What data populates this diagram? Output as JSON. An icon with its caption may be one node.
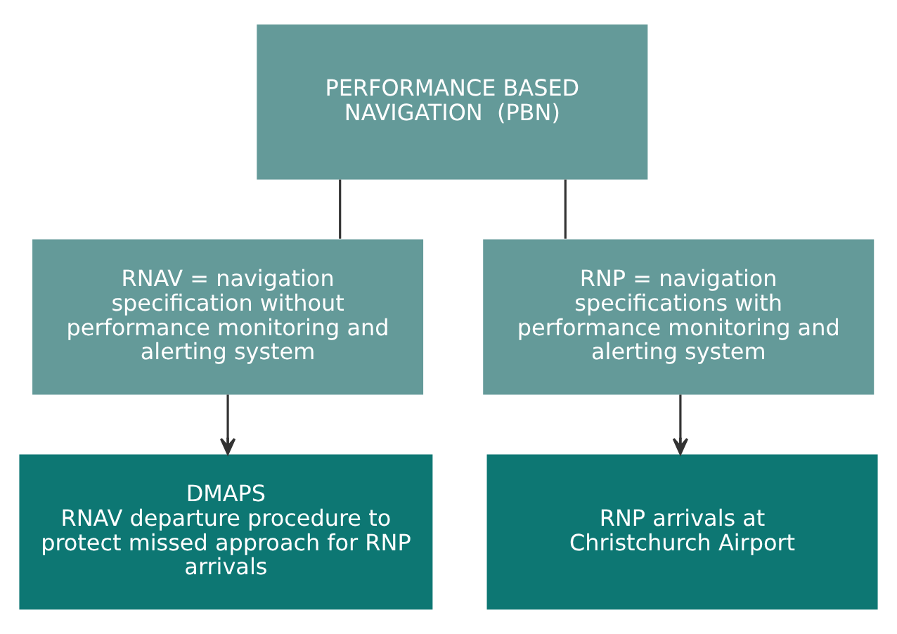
{
  "diagram": {
    "nodes": [
      {
        "text": [
          "PERFORMANCE BASED NAVIGATION  (PBN)"
        ]
      },
      {
        "text": [
          "RNAV = navigation specification without performance monitoring and alerting system"
        ]
      },
      {
        "text": [
          "RNP = navigation specifications with performance monitoring and alerting system"
        ]
      },
      {
        "text": [
          "DMAPS",
          "RNAV departure procedure to protect missed approach for RNP arrivals"
        ]
      },
      {
        "text": [
          "RNP arrivals at Christchurch Airport"
        ]
      }
    ],
    "edges": [
      {
        "from": 0,
        "to": 1,
        "arrow": "none"
      },
      {
        "from": 0,
        "to": 2,
        "arrow": "none"
      },
      {
        "from": 1,
        "to": 3,
        "arrow": "to"
      },
      {
        "from": 2,
        "to": 4,
        "arrow": "to"
      }
    ]
  }
}
